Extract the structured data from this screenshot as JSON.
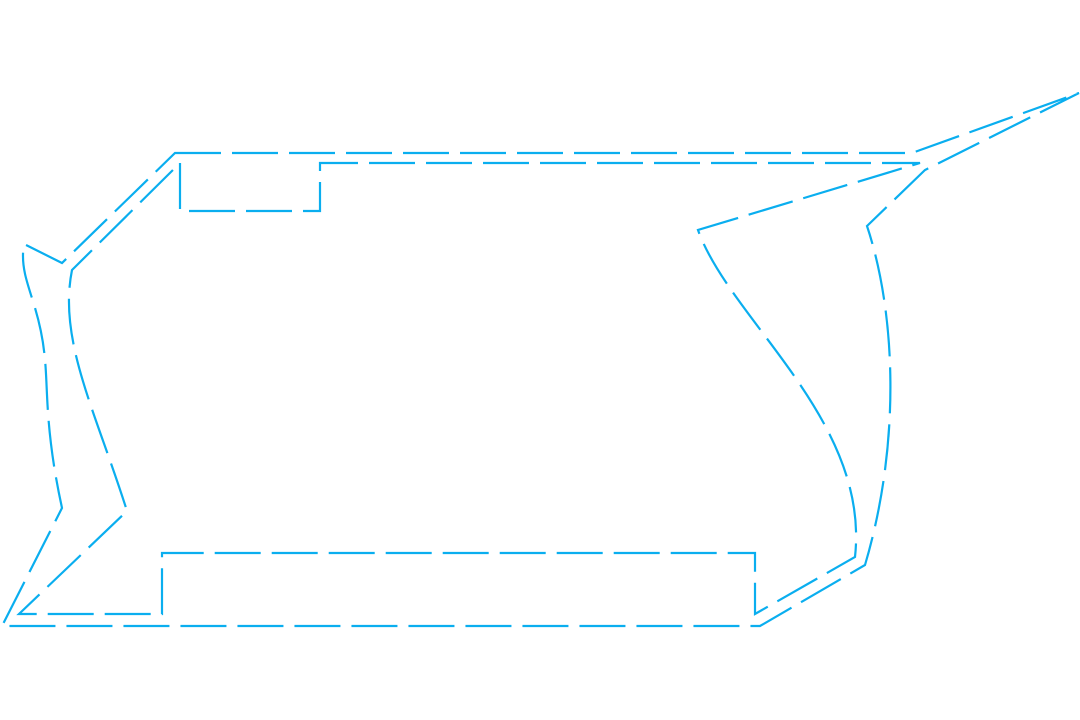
{
  "diagram": {
    "stroke_color": "#0aaeef",
    "line_style": "dashed",
    "shapes": [
      "outer-outline",
      "inner-outline"
    ]
  }
}
